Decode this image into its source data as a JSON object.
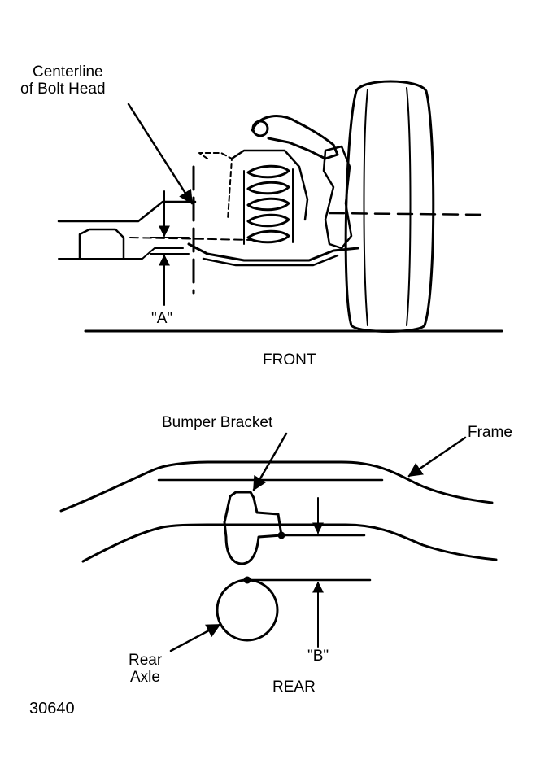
{
  "front": {
    "label_centerline": "Centerline",
    "label_of_bolt_head": "of Bolt Head",
    "label_a": "\"A\"",
    "caption": "FRONT"
  },
  "rear": {
    "label_bumper_bracket": "Bumper Bracket",
    "label_frame": "Frame",
    "label_rear": "Rear",
    "label_axle": "Axle",
    "label_b": "\"B\"",
    "caption": "REAR"
  },
  "figure_number": "30640"
}
